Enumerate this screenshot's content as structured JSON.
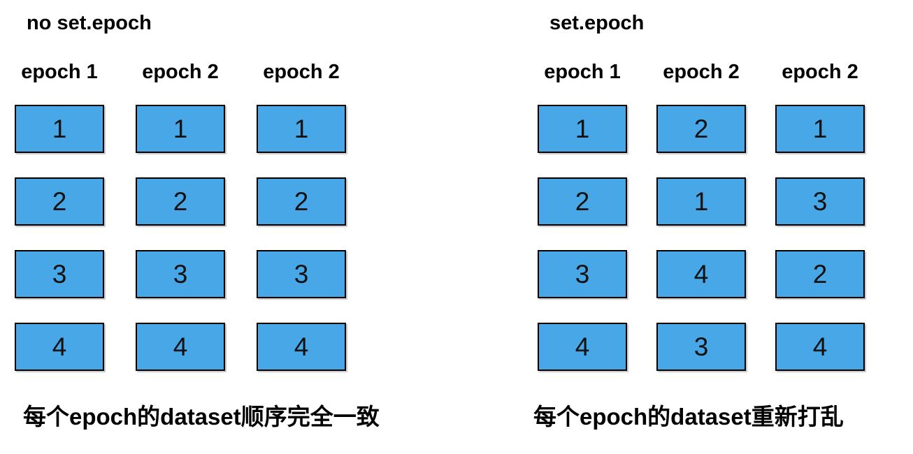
{
  "colors": {
    "background": "#ffffff",
    "box_fill": "#48a7e6",
    "box_border": "#000000",
    "text": "#000000"
  },
  "panels": [
    {
      "title": "no set.epoch",
      "columns": [
        {
          "header": "epoch 1",
          "boxes": [
            "1",
            "2",
            "3",
            "4"
          ]
        },
        {
          "header": "epoch 2",
          "boxes": [
            "1",
            "2",
            "3",
            "4"
          ]
        },
        {
          "header": "epoch 2",
          "boxes": [
            "1",
            "2",
            "3",
            "4"
          ]
        }
      ],
      "caption": "每个epoch的dataset顺序完全一致"
    },
    {
      "title": "set.epoch",
      "columns": [
        {
          "header": "epoch 1",
          "boxes": [
            "1",
            "2",
            "3",
            "4"
          ]
        },
        {
          "header": "epoch 2",
          "boxes": [
            "2",
            "1",
            "4",
            "3"
          ]
        },
        {
          "header": "epoch 2",
          "boxes": [
            "1",
            "3",
            "2",
            "4"
          ]
        }
      ],
      "caption": "每个epoch的dataset重新打乱"
    }
  ]
}
